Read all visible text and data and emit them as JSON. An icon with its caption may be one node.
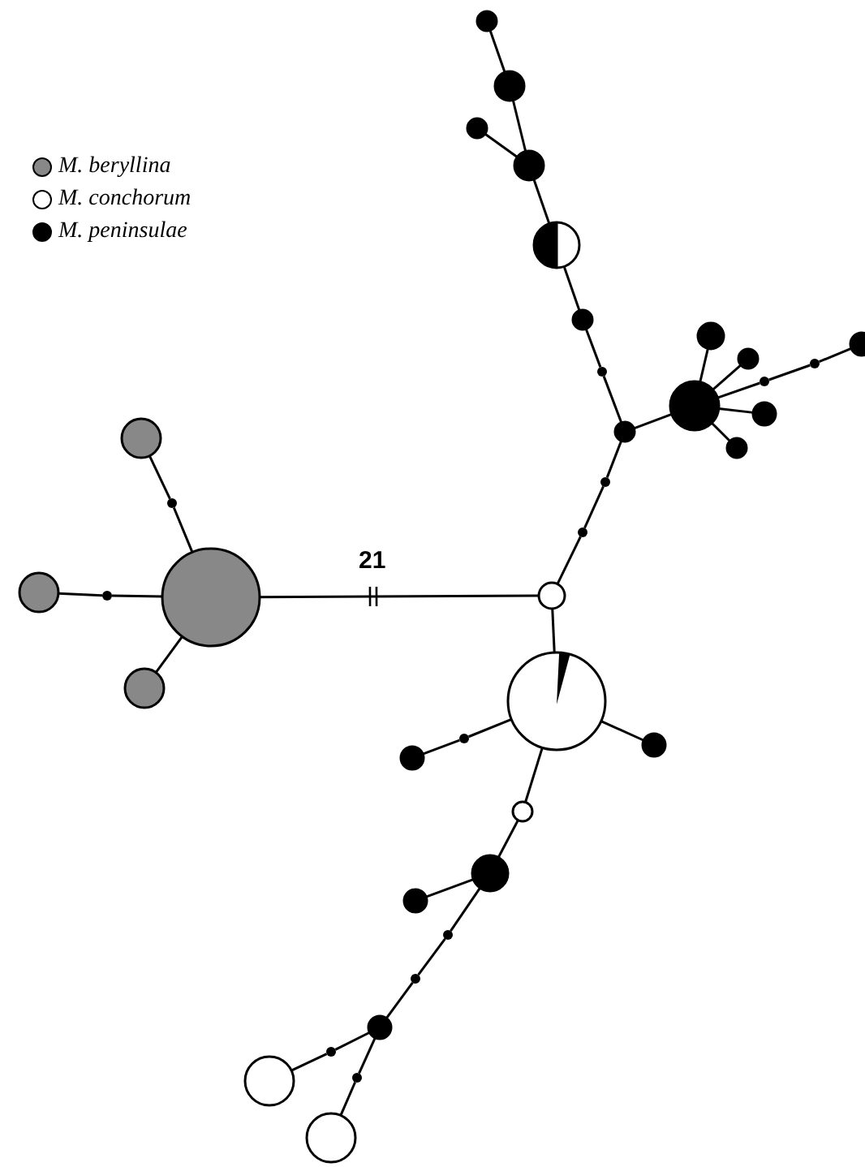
{
  "diagram": {
    "nodes": [
      {
        "text": [],
        "shape": "circle"
      },
      {
        "text": [],
        "shape": "circle"
      },
      {
        "text": [],
        "shape": "circle"
      },
      {
        "text": [],
        "shape": "circle"
      },
      {
        "text": [],
        "shape": "circle"
      },
      {
        "text": [],
        "shape": "circle"
      },
      {
        "text": [],
        "shape": "circle"
      },
      {
        "text": [],
        "shape": "circle"
      },
      {
        "text": [],
        "shape": "circle"
      },
      {
        "text": [],
        "shape": "circle"
      },
      {
        "text": [],
        "shape": "circle"
      },
      {
        "text": [],
        "shape": "circle"
      },
      {
        "text": [],
        "shape": "circle"
      },
      {
        "text": [],
        "shape": "circle"
      },
      {
        "text": [],
        "shape": "circle"
      },
      {
        "text": [],
        "shape": "circle"
      },
      {
        "text": [],
        "shape": "circle"
      },
      {
        "text": [],
        "shape": "circle"
      },
      {
        "text": [],
        "shape": "circle"
      },
      {
        "text": [],
        "shape": "circle"
      },
      {
        "text": [],
        "shape": "circle"
      },
      {
        "text": [],
        "shape": "circle"
      },
      {
        "text": [],
        "shape": "circle"
      },
      {
        "text": [],
        "shape": "circle"
      },
      {
        "text": [],
        "shape": "circle"
      },
      {
        "text": [],
        "shape": "circle"
      },
      {
        "text": [],
        "shape": "circle"
      },
      {
        "text": [],
        "shape": "circle"
      },
      {
        "text": [],
        "shape": "circle"
      },
      {
        "text": [],
        "shape": "circle"
      },
      {
        "text": [],
        "shape": "circle"
      },
      {
        "text": [],
        "shape": "circle"
      },
      {
        "text": [],
        "shape": "circle"
      },
      {
        "text": [],
        "shape": "circle"
      },
      {
        "text": [],
        "shape": "circle"
      },
      {
        "text": [],
        "shape": "circle"
      },
      {
        "text": [],
        "shape": "circle"
      },
      {
        "text": [],
        "shape": "circle"
      },
      {
        "text": [],
        "shape": "circle"
      }
    ],
    "edges": [
      {
        "from": 0,
        "to": 1,
        "arrow": "none"
      },
      {
        "from": 1,
        "to": 3,
        "arrow": "none"
      },
      {
        "from": 2,
        "to": 3,
        "arrow": "none"
      },
      {
        "from": 3,
        "to": 4,
        "arrow": "none"
      },
      {
        "from": 4,
        "to": 5,
        "arrow": "none"
      },
      {
        "from": 5,
        "to": 6,
        "arrow": "none"
      },
      {
        "from": 6,
        "to": 14,
        "arrow": "none"
      },
      {
        "from": 14,
        "to": 12,
        "arrow": "none"
      },
      {
        "from": 12,
        "to": 7,
        "arrow": "none"
      },
      {
        "from": 12,
        "to": 9,
        "arrow": "none"
      },
      {
        "from": 12,
        "to": 11,
        "arrow": "none"
      },
      {
        "from": 11,
        "to": 10,
        "arrow": "none"
      },
      {
        "from": 10,
        "to": 8,
        "arrow": "none"
      },
      {
        "from": 12,
        "to": 13,
        "arrow": "none"
      },
      {
        "from": 12,
        "to": 16,
        "arrow": "none"
      },
      {
        "from": 14,
        "to": 17,
        "arrow": "none"
      },
      {
        "from": 17,
        "to": 19,
        "arrow": "none"
      },
      {
        "from": 19,
        "to": 23,
        "arrow": "none"
      },
      {
        "from": 22,
        "to": 23,
        "label": "21",
        "arrow": "none"
      },
      {
        "from": 15,
        "to": 18,
        "arrow": "none"
      },
      {
        "from": 18,
        "to": 22,
        "arrow": "none"
      },
      {
        "from": 20,
        "to": 21,
        "arrow": "none"
      },
      {
        "from": 21,
        "to": 22,
        "arrow": "none"
      },
      {
        "from": 24,
        "to": 22,
        "arrow": "none"
      },
      {
        "from": 23,
        "to": 25,
        "arrow": "none"
      },
      {
        "from": 25,
        "to": 26,
        "arrow": "none"
      },
      {
        "from": 26,
        "to": 27,
        "arrow": "none"
      },
      {
        "from": 25,
        "to": 28,
        "arrow": "none"
      },
      {
        "from": 25,
        "to": 29,
        "arrow": "none"
      },
      {
        "from": 29,
        "to": 30,
        "arrow": "none"
      },
      {
        "from": 30,
        "to": 31,
        "arrow": "none"
      },
      {
        "from": 30,
        "to": 32,
        "arrow": "none"
      },
      {
        "from": 32,
        "to": 33,
        "arrow": "none"
      },
      {
        "from": 33,
        "to": 34,
        "arrow": "none"
      },
      {
        "from": 34,
        "to": 35,
        "arrow": "none"
      },
      {
        "from": 35,
        "to": 37,
        "arrow": "none"
      },
      {
        "from": 34,
        "to": 36,
        "arrow": "none"
      },
      {
        "from": 36,
        "to": 38,
        "arrow": "none"
      }
    ],
    "legend": [
      {
        "text": "M. beryllina",
        "color": "#888888"
      },
      {
        "text": "M. conchorum",
        "color": "#ffffff"
      },
      {
        "text": "M. peninsulae",
        "color": "#000000"
      }
    ]
  }
}
